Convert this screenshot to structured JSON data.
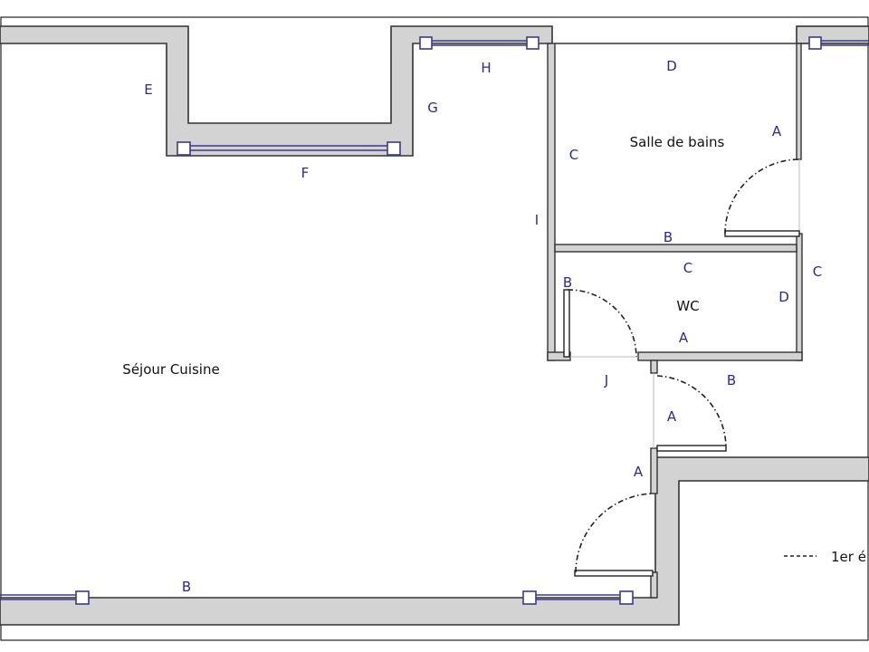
{
  "rooms": {
    "sejour": "Séjour Cuisine",
    "bath": "Salle de bains",
    "wc": "WC"
  },
  "wall_labels": {
    "e": "E",
    "f": "F",
    "g": "G",
    "h": "H",
    "i": "I",
    "j": "J",
    "bath_d": "D",
    "bath_a": "A",
    "bath_c": "C",
    "bath_b": "B",
    "wc_c": "C",
    "wc_d": "D",
    "wc_b": "B",
    "wc_a": "A",
    "corr_c": "C",
    "corr_b": "B",
    "corr_a": "A",
    "entry_a": "A",
    "south_b": "B"
  },
  "legend": {
    "text": "1er é"
  },
  "colors": {
    "wall": "#d3d3d3",
    "window": "#3a3a8c",
    "label": "#2b2b8f"
  }
}
